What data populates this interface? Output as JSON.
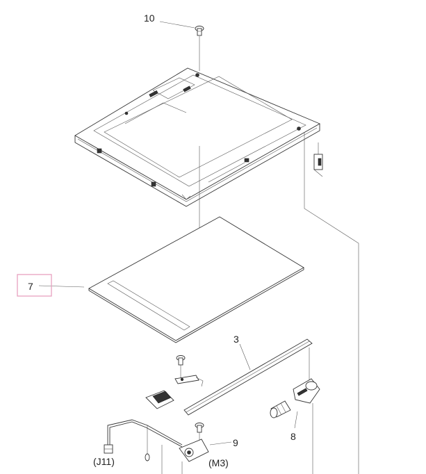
{
  "callouts": {
    "c10": "10",
    "c7": "7",
    "c3": "3",
    "c9": "9",
    "c8": "8",
    "j11": "(J11)",
    "m3": "(M3)"
  },
  "colors": {
    "line": "#333333",
    "highlight": "#e8a0bf"
  },
  "icons": {
    "screw": "screw-icon",
    "connector": "connector-icon"
  }
}
